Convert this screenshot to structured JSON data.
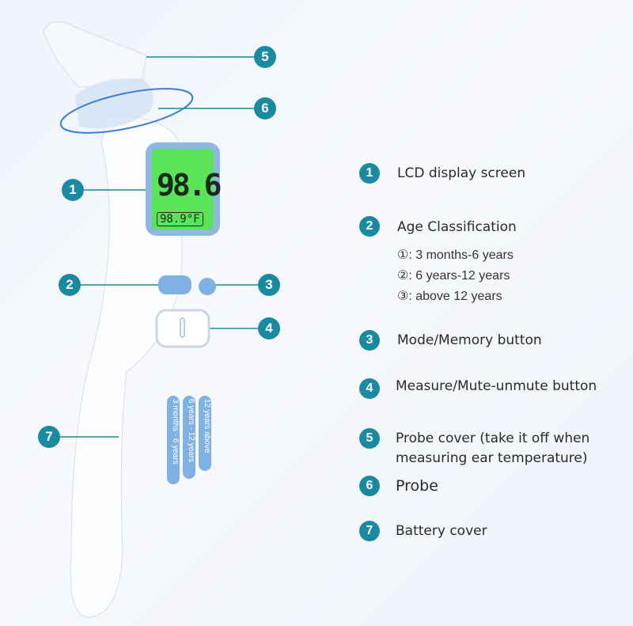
{
  "colors": {
    "badge": "#1a8aa0",
    "accent": "#7fb2e3",
    "lcd": "#5be35a"
  },
  "device": {
    "main_temp": "98.6",
    "secondary_temp": "98.9°F",
    "age_strips": [
      "3 months - 6 years",
      "6 years - 12 years",
      "12 years above"
    ]
  },
  "callouts": [
    "1",
    "2",
    "3",
    "4",
    "5",
    "6",
    "7"
  ],
  "legend": [
    {
      "num": "1",
      "label": "LCD display screen"
    },
    {
      "num": "2",
      "label": "Age Classification",
      "sub": [
        "①: 3 months-6 years",
        "②: 6 years-12 years",
        "③: above 12 years"
      ]
    },
    {
      "num": "3",
      "label": "Mode/Memory button"
    },
    {
      "num": "4",
      "label": "Measure/Mute-unmute button"
    },
    {
      "num": "5",
      "label": "Probe cover (take it off when measuring ear temperature)"
    },
    {
      "num": "6",
      "label": "Probe"
    },
    {
      "num": "7",
      "label": "Battery cover"
    }
  ]
}
